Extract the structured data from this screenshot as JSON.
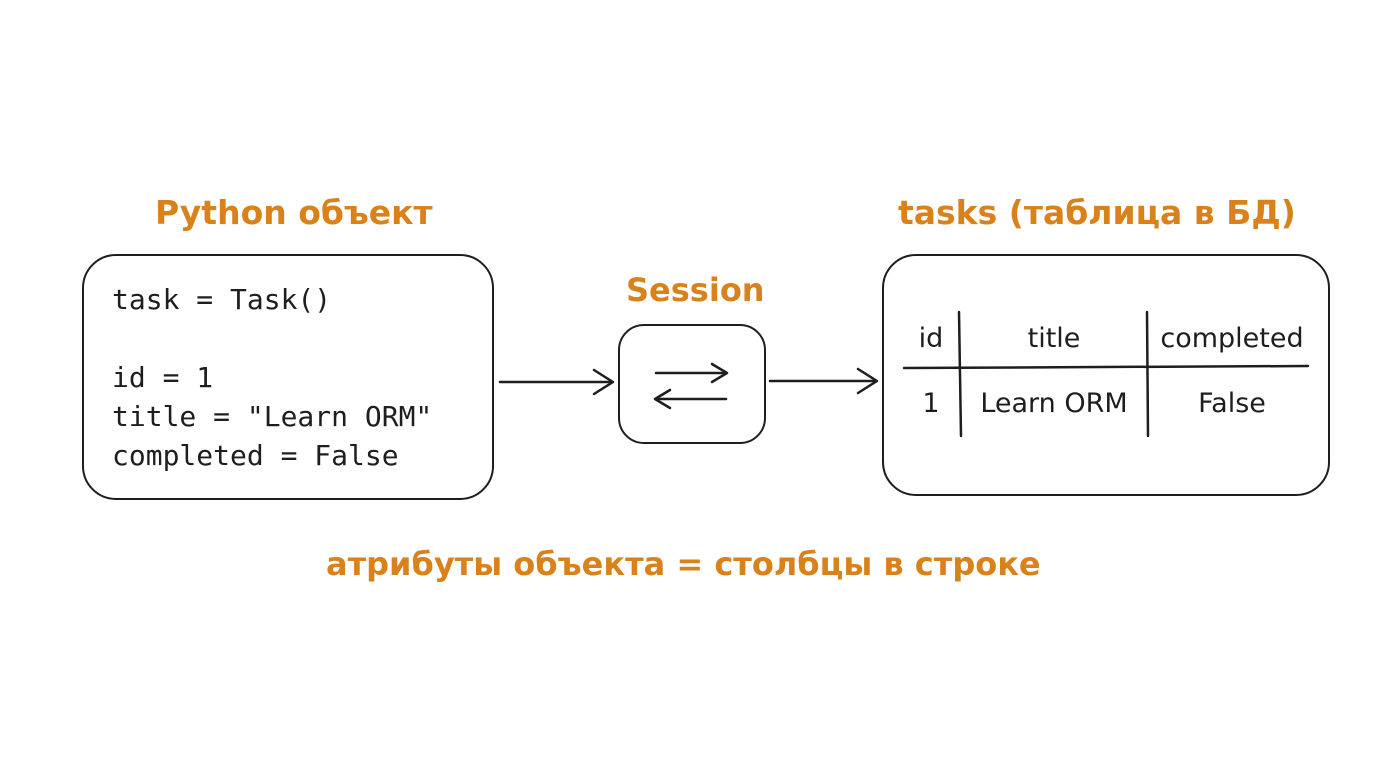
{
  "colors": {
    "accent": "#d9821c",
    "stroke": "#1e1e1e",
    "background": "#ffffff"
  },
  "labels": {
    "python_object": "Python объект",
    "session": "Session",
    "table_title": "tasks (таблица в БД)",
    "caption": "атрибуты объекта = столбцы в строке"
  },
  "python_object": {
    "lines": [
      "task = Task()",
      "",
      "id = 1",
      "title = \"Learn ORM\"",
      "completed = False"
    ]
  },
  "table": {
    "headers": [
      "id",
      "title",
      "completed"
    ],
    "rows": [
      [
        "1",
        "Learn ORM",
        "False"
      ]
    ]
  },
  "icons": {
    "session_icon": "bidirectional-arrows-icon",
    "arrow": "arrow-right-icon"
  }
}
